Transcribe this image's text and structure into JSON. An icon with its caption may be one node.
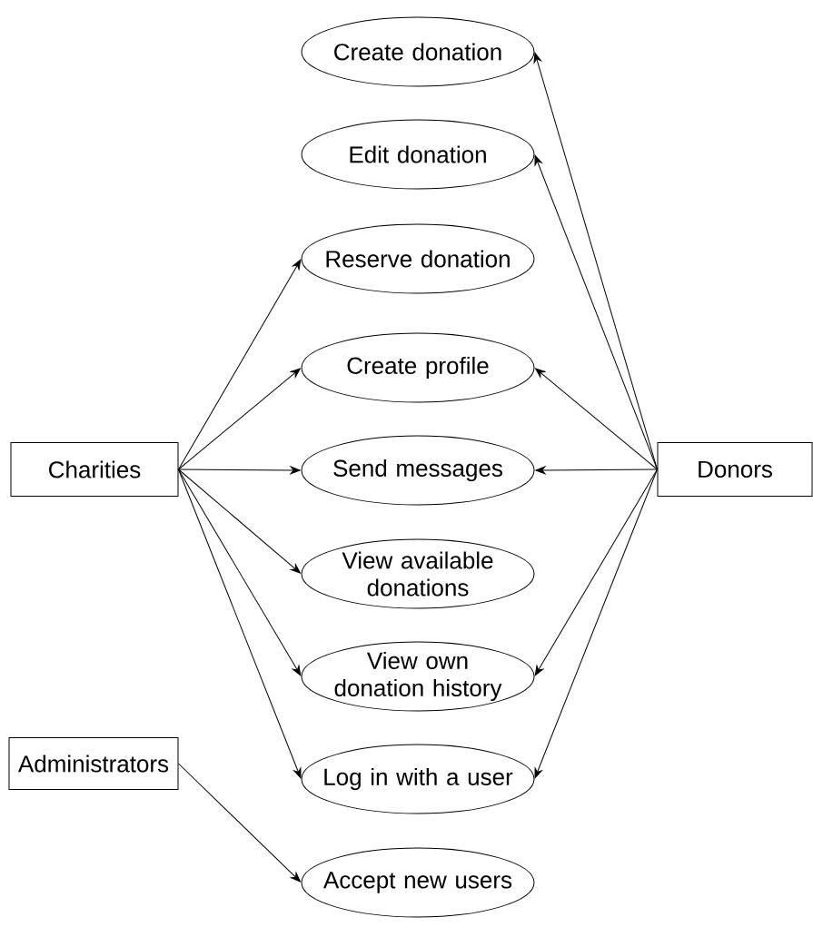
{
  "diagram": {
    "nodes": [
      {
        "text": [
          "Create donation"
        ]
      },
      {
        "text": [
          "Edit donation"
        ]
      },
      {
        "text": [
          "Reserve donation"
        ]
      },
      {
        "text": [
          "Create profile"
        ]
      },
      {
        "text": [
          "Charities"
        ]
      },
      {
        "text": [
          "Send messages"
        ]
      },
      {
        "text": [
          "Donors"
        ]
      },
      {
        "text": [
          "View available donations"
        ]
      },
      {
        "text": [
          "View own donation history"
        ]
      },
      {
        "text": [
          "Administrators"
        ]
      },
      {
        "text": [
          "Log in with a user"
        ]
      },
      {
        "text": [
          "Accept new users"
        ]
      }
    ],
    "edges": [
      {
        "from": 4,
        "to": 2,
        "arrow": "to"
      },
      {
        "from": 4,
        "to": 3,
        "arrow": "to"
      },
      {
        "from": 4,
        "to": 5,
        "arrow": "to"
      },
      {
        "from": 4,
        "to": 7,
        "arrow": "to"
      },
      {
        "from": 4,
        "to": 8,
        "arrow": "to"
      },
      {
        "from": 4,
        "to": 10,
        "arrow": "to"
      },
      {
        "from": 6,
        "to": 0,
        "arrow": "to"
      },
      {
        "from": 6,
        "to": 1,
        "arrow": "to"
      },
      {
        "from": 6,
        "to": 3,
        "arrow": "to"
      },
      {
        "from": 6,
        "to": 5,
        "arrow": "to"
      },
      {
        "from": 6,
        "to": 8,
        "arrow": "to"
      },
      {
        "from": 6,
        "to": 10,
        "arrow": "to"
      },
      {
        "from": 9,
        "to": 11,
        "arrow": "to"
      }
    ]
  }
}
